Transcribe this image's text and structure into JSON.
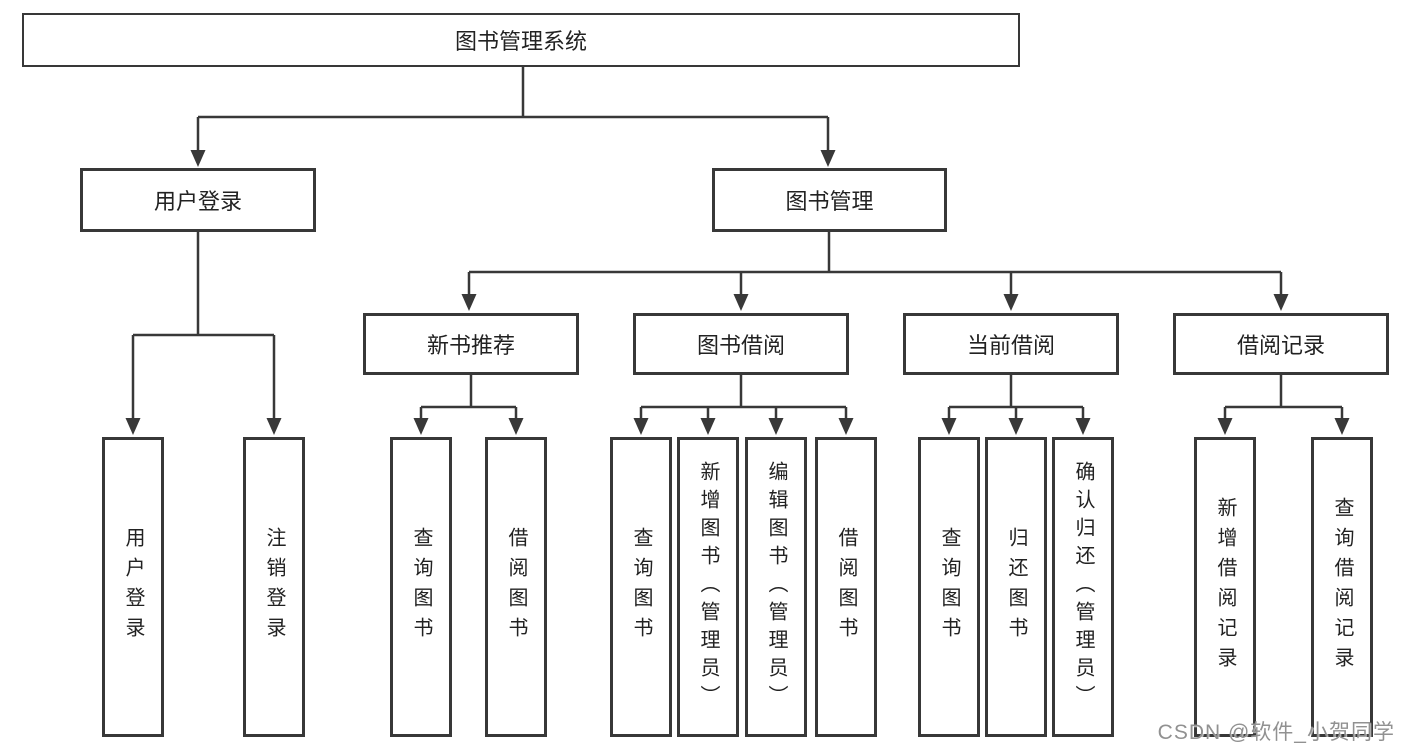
{
  "title": "图书管理系统",
  "tree": {
    "root": "图书管理系统",
    "level2": [
      "用户登录",
      "图书管理"
    ],
    "level3": [
      "新书推荐",
      "图书借阅",
      "当前借阅",
      "借阅记录"
    ],
    "leaves": [
      "用户登录",
      "注销登录",
      "查询图书",
      "借阅图书",
      "查询图书",
      "新增图书（管理员）",
      "编辑图书（管理员）",
      "借阅图书",
      "查询图书",
      "归还图书",
      "确认归还（管理员）",
      "新增借阅记录",
      "查询借阅记录"
    ]
  },
  "watermark": "CSDN @软件_小贺同学",
  "colors": {
    "line": "#383838",
    "text": "#222222",
    "box_background": "#ffffff",
    "watermark": "#919191",
    "page_background": "#ffffff"
  }
}
